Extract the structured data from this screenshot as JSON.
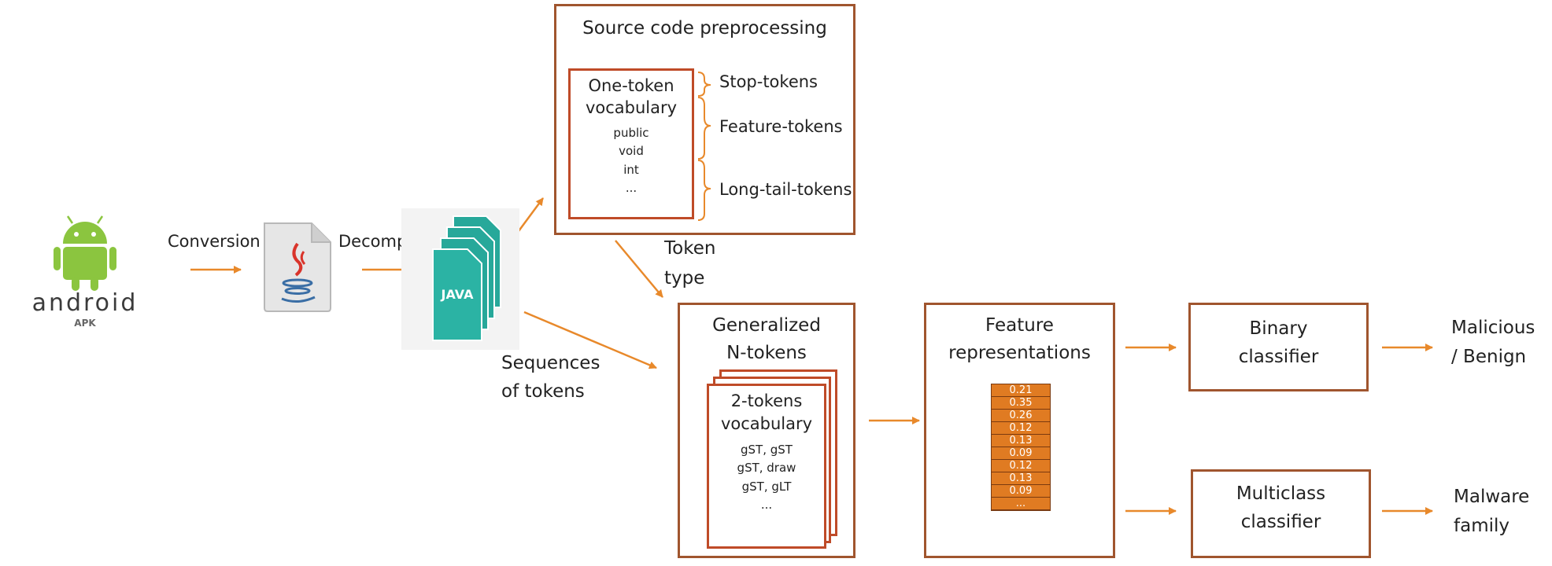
{
  "colors": {
    "arrow": "#e8892b",
    "box_border": "#a0552e",
    "inner_border": "#bf4b28",
    "vector_fill": "#e07b22",
    "android_green": "#8bc53f",
    "java_teal": "#27a89a"
  },
  "android": {
    "wordmark": "android",
    "apk_label": "APK"
  },
  "java_doc": {
    "label": "JAVA"
  },
  "edges": {
    "conversion": "Conversion",
    "decompiling": "Decompiling",
    "token_type": [
      "Token",
      "type"
    ],
    "sequences": [
      "Sequences",
      "of tokens"
    ]
  },
  "preprocessing": {
    "title": "Source code preprocessing",
    "vocab_title": [
      "One-token",
      "vocabulary"
    ],
    "vocab_items": [
      "public",
      "void",
      "int",
      "..."
    ],
    "brackets": [
      "Stop-tokens",
      "Feature-tokens",
      "Long-tail-tokens"
    ]
  },
  "ntokens": {
    "title": [
      "Generalized",
      "N-tokens"
    ],
    "vocab_title": [
      "2-tokens",
      "vocabulary"
    ],
    "vocab_items": [
      "gST, gST",
      "gST, draw",
      "gST, gLT",
      "..."
    ]
  },
  "features": {
    "title": [
      "Feature",
      "representations"
    ],
    "vector": [
      "0.21",
      "0.35",
      "0.26",
      "0.12",
      "0.13",
      "0.09",
      "0.12",
      "0.13",
      "0.09",
      "..."
    ]
  },
  "binary": {
    "title": [
      "Binary",
      "classifier"
    ],
    "output": [
      "Malicious",
      "/ Benign"
    ]
  },
  "multiclass": {
    "title": [
      "Multiclass",
      "classifier"
    ],
    "output": [
      "Malware",
      "family"
    ]
  }
}
